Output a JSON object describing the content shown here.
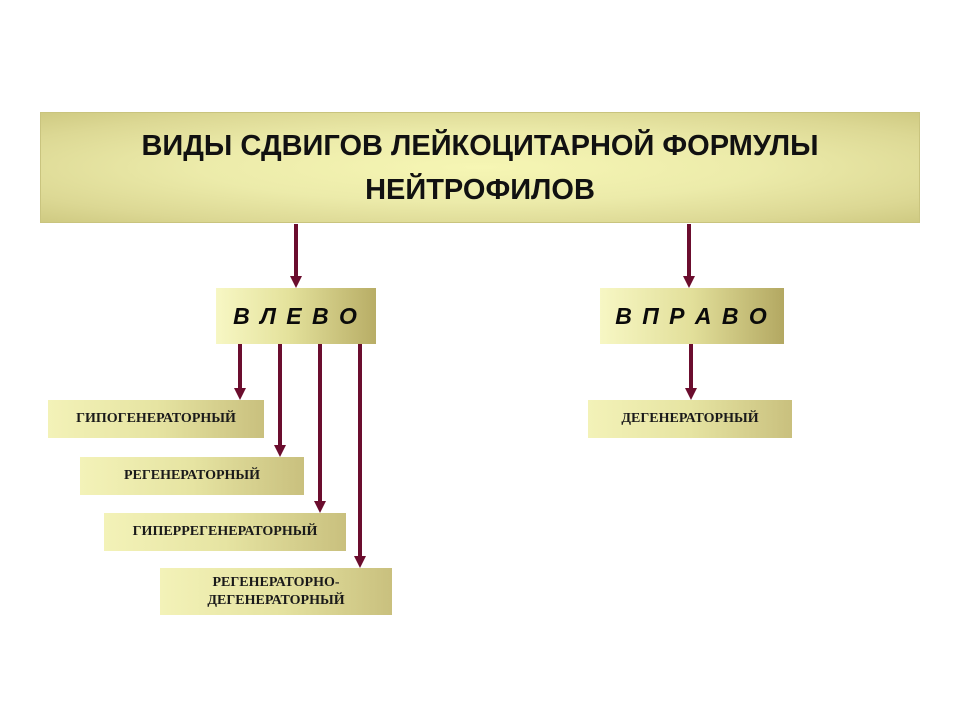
{
  "title": {
    "line1": "ВИДЫ СДВИГОВ ЛЕЙКОЦИТАРНОЙ ФОРМУЛЫ",
    "line2": "НЕЙТРОФИЛОВ"
  },
  "directions": {
    "left": "В Л Е В О",
    "right": "В П Р А В О"
  },
  "left_types": {
    "hypo": "ГИПОГЕНЕРАТОРНЫЙ",
    "regen": "РЕГЕНЕРАТОРНЫЙ",
    "hyper": "ГИПЕРРЕГЕНЕРАТОРНЫЙ",
    "regdeg_line1": "РЕГЕНЕРАТОРНО-",
    "regdeg_line2": "ДЕГЕНЕРАТОРНЫЙ"
  },
  "right_types": {
    "deg": "ДЕГЕНЕРАТОРНЫЙ"
  },
  "colors": {
    "arrow": "#6b0d2e",
    "box_light": "#f6f6b4",
    "box_dark": "#b8ad66"
  }
}
